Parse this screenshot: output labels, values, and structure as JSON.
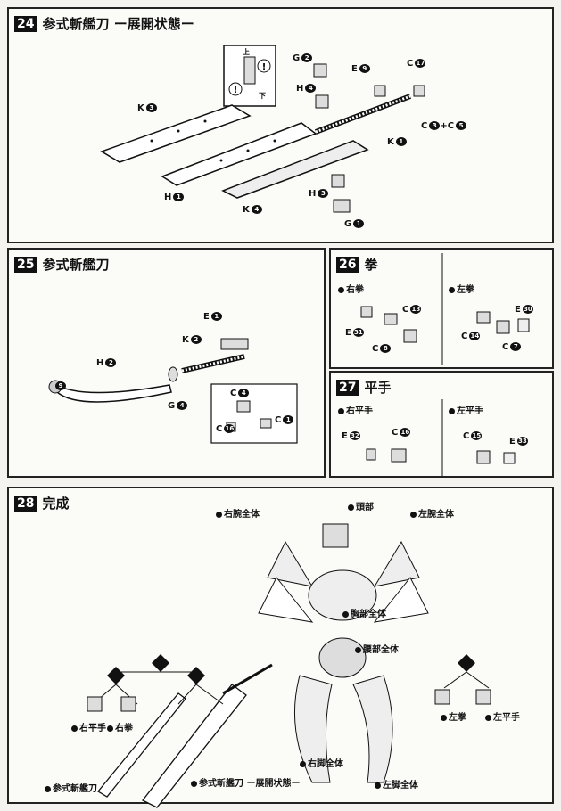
{
  "steps": {
    "s24": {
      "no": "24",
      "title": "参式斬艦刀 ー展開状態ー"
    },
    "s25": {
      "no": "25",
      "title": "参式斬艦刀"
    },
    "s26": {
      "no": "26",
      "title": "拳"
    },
    "s27": {
      "no": "27",
      "title": "平手"
    },
    "s28": {
      "no": "28",
      "title": "完成"
    }
  },
  "s24_labels": {
    "g2": "G",
    "g2n": "2",
    "h4": "H",
    "h4n": "4",
    "e9": "E",
    "e9n": "9",
    "c17": "C",
    "c17n": "17",
    "k3": "K",
    "k3n": "3",
    "k1": "K",
    "k1n": "1",
    "c3c5": "C",
    "c3n": "3",
    "c3c5_plus": "+C",
    "c5n": "5",
    "h3": "H",
    "h3n": "3",
    "h1": "H",
    "h1n": "1",
    "k4": "K",
    "k4n": "4",
    "g1": "G",
    "g1n": "1",
    "inset_up": "上",
    "inset_down": "下"
  },
  "s25_labels": {
    "e1": "E",
    "e1n": "1",
    "k2": "K",
    "k2n": "2",
    "h2": "H",
    "h2n": "2",
    "g4": "G",
    "g4n": "4",
    "c4": "C",
    "c4n": "4",
    "c16": "C",
    "c16n": "16",
    "c1": "C",
    "c1n": "1",
    "p9": "9"
  },
  "s26": {
    "right": "右拳",
    "left": "左拳",
    "r_c13": "C",
    "r_c13n": "13",
    "r_e31": "E",
    "r_e31n": "31",
    "r_c8": "C",
    "r_c8n": "8",
    "l_e30": "E",
    "l_e30n": "30",
    "l_c14": "C",
    "l_c14n": "14",
    "l_c7": "C",
    "l_c7n": "7"
  },
  "s27": {
    "right": "右平手",
    "left": "左平手",
    "r_e32": "E",
    "r_e32n": "32",
    "r_c16": "C",
    "r_c16n": "16",
    "l_c15": "C",
    "l_c15n": "15",
    "l_e33": "E",
    "l_e33n": "33"
  },
  "s28": {
    "right_arm": "右腕全体",
    "head": "頭部",
    "left_arm": "左腕全体",
    "chest": "胸部全体",
    "waist": "腰部全体",
    "right_palm": "右平手",
    "right_fist": "右拳",
    "sword": "参式斬艦刀",
    "sword_open": "参式斬艦刀 ー展開状態ー",
    "right_leg": "右脚全体",
    "left_leg": "左脚全体",
    "left_fist": "左拳",
    "left_palm": "左平手"
  },
  "colors": {
    "ink": "#111111",
    "paper": "#fbfbf8",
    "border": "#222222"
  }
}
